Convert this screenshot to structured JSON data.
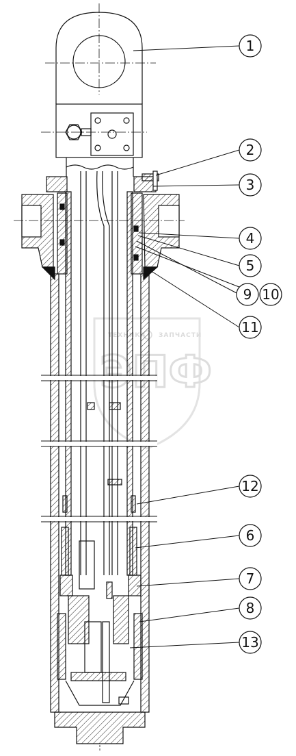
{
  "drawing": {
    "type": "hydraulic-cylinder-section",
    "callouts": [
      {
        "id": "c1",
        "label": "1"
      },
      {
        "id": "c2",
        "label": "2"
      },
      {
        "id": "c3",
        "label": "3"
      },
      {
        "id": "c4",
        "label": "4"
      },
      {
        "id": "c5",
        "label": "5"
      },
      {
        "id": "c9",
        "label": "9"
      },
      {
        "id": "c10",
        "label": "10"
      },
      {
        "id": "c11",
        "label": "11"
      },
      {
        "id": "c12",
        "label": "12"
      },
      {
        "id": "c6",
        "label": "6"
      },
      {
        "id": "c7",
        "label": "7"
      },
      {
        "id": "c8",
        "label": "8"
      },
      {
        "id": "c13",
        "label": "13"
      }
    ]
  },
  "watermark": {
    "top_left": "ТЕХНИКА",
    "top_right": "ЗАПЧАСТИ",
    "letters": "ЭПФ",
    "colors": {
      "stroke": "#d8d8d8"
    }
  },
  "colors": {
    "line": "#111111",
    "background": "#ffffff"
  }
}
